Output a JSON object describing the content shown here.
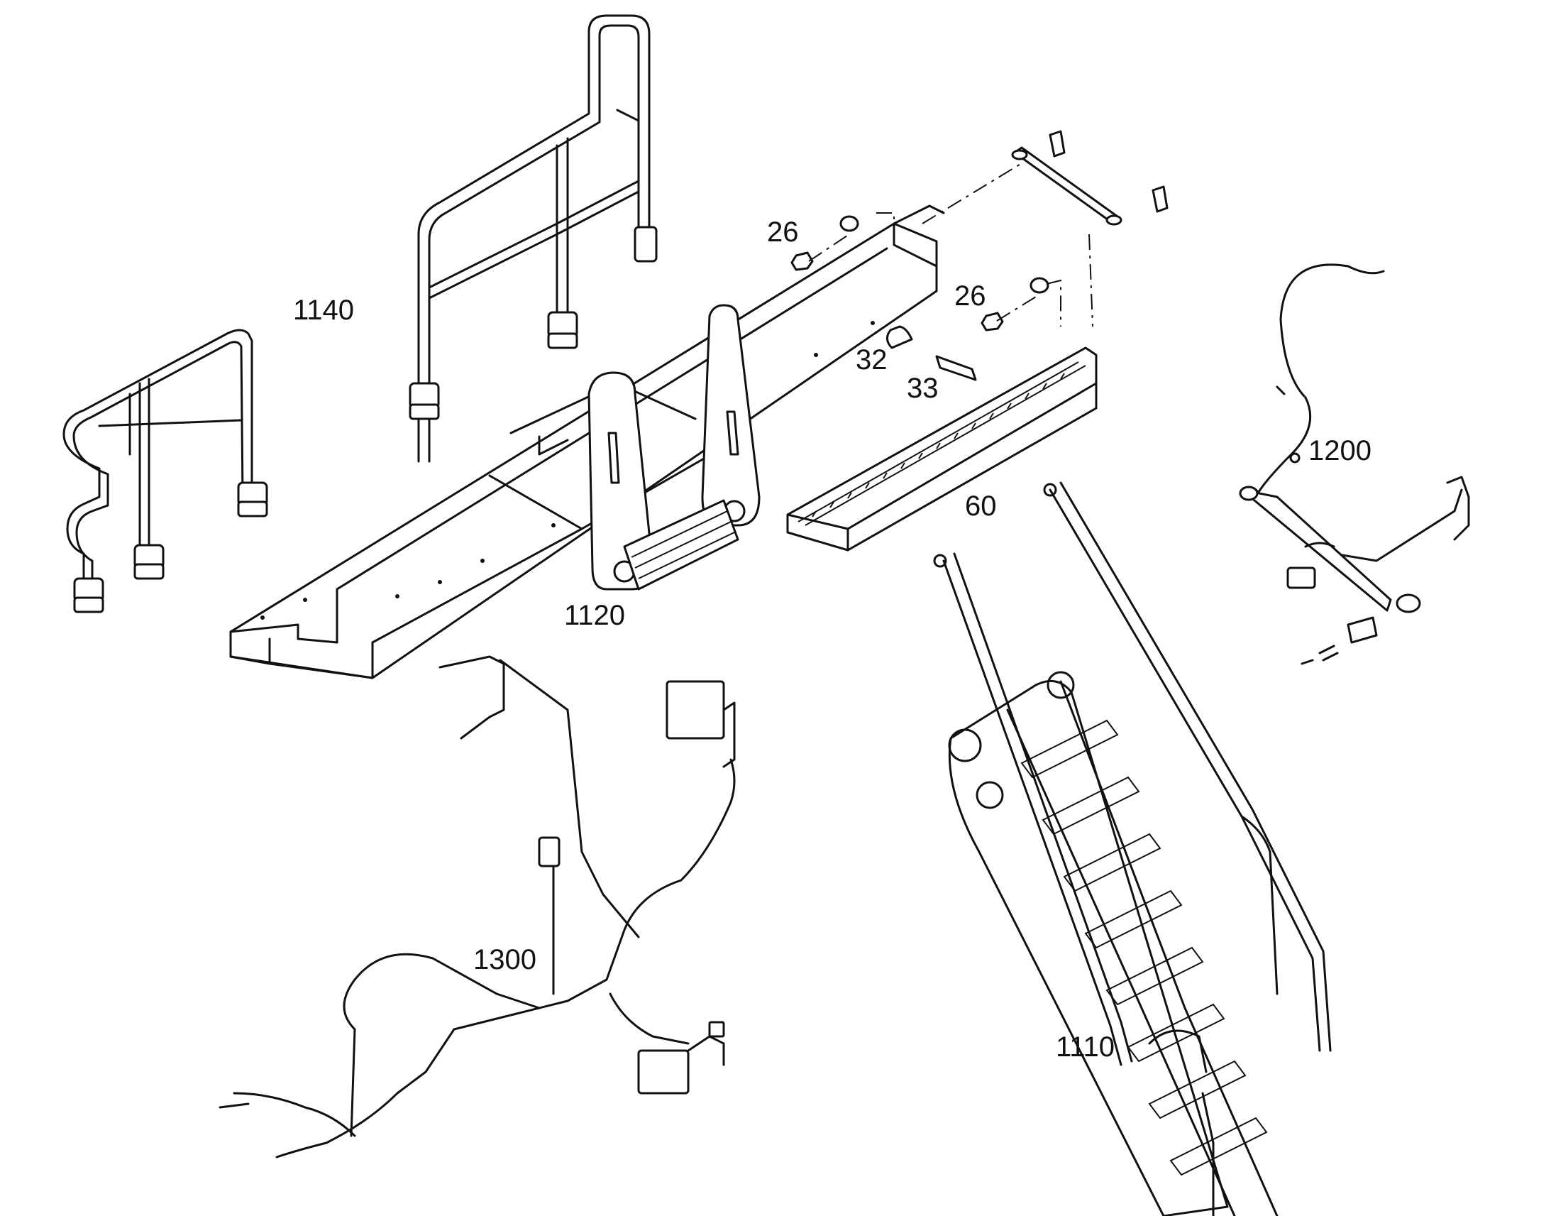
{
  "diagram": {
    "callouts": [
      {
        "id": "26a",
        "text": "26"
      },
      {
        "id": "26b",
        "text": "26"
      },
      {
        "id": "32",
        "text": "32"
      },
      {
        "id": "33",
        "text": "33"
      },
      {
        "id": "60",
        "text": "60"
      },
      {
        "id": "1110",
        "text": "1110"
      },
      {
        "id": "1120",
        "text": "1120"
      },
      {
        "id": "1140",
        "text": "1140"
      },
      {
        "id": "1200",
        "text": "1200"
      },
      {
        "id": "1300",
        "text": "1300"
      }
    ],
    "line_color": "#111111",
    "background": "#ffffff"
  }
}
